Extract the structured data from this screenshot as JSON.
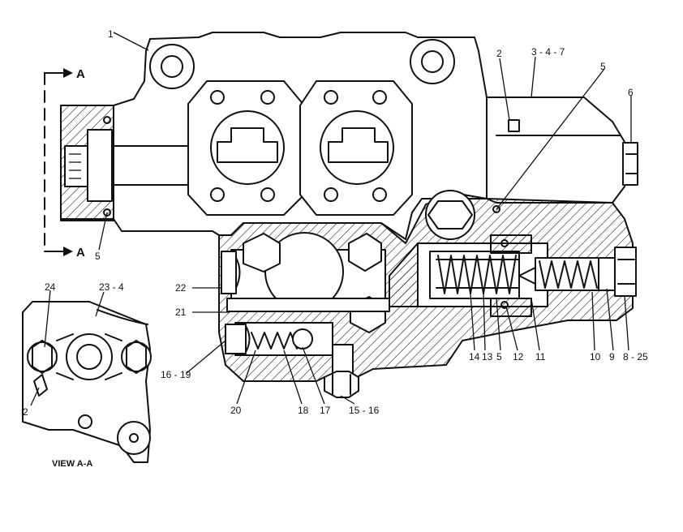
{
  "diagram": {
    "section_markers": [
      "A",
      "A"
    ],
    "view_caption": "VIEW A-A",
    "callouts": [
      "1",
      "2",
      "3 - 4 - 7",
      "5",
      "6",
      "5",
      "22",
      "21",
      "16 - 19",
      "20",
      "18",
      "17",
      "15 - 16",
      "14",
      "13",
      "5",
      "12",
      "11",
      "10",
      "9",
      "8 - 25",
      "24",
      "23 - 4",
      "2"
    ]
  }
}
